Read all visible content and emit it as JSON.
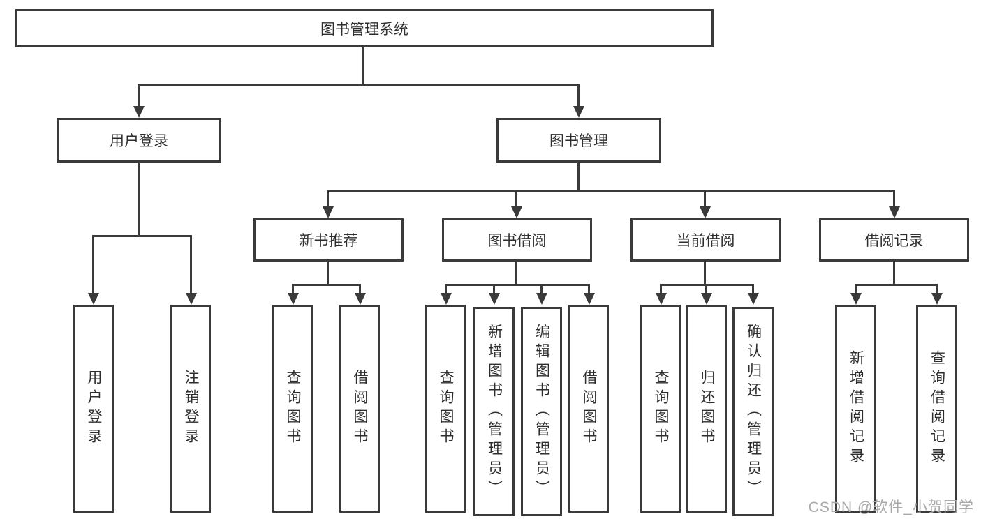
{
  "title": "图书管理系统",
  "watermark": "CSDN @软件_小贺同学",
  "colors": {
    "line": "#3a3a3a",
    "box_border": "#3a3a3a",
    "box_fill": "#ffffff",
    "text": "#2e2e2e",
    "watermark": "#a9a9a9",
    "background": "#ffffff"
  },
  "tree": {
    "label": "图书管理系统",
    "children": [
      {
        "label": "用户登录",
        "children": [
          {
            "label": "用户登录"
          },
          {
            "label": "注销登录"
          }
        ]
      },
      {
        "label": "图书管理",
        "children": [
          {
            "label": "新书推荐",
            "children": [
              {
                "label": "查询图书"
              },
              {
                "label": "借阅图书"
              }
            ]
          },
          {
            "label": "图书借阅",
            "children": [
              {
                "label": "查询图书"
              },
              {
                "label": "新增图书（管理员）"
              },
              {
                "label": "编辑图书（管理员）"
              },
              {
                "label": "借阅图书"
              }
            ]
          },
          {
            "label": "当前借阅",
            "children": [
              {
                "label": "查询图书"
              },
              {
                "label": "归还图书"
              },
              {
                "label": "确认归还（管理员）"
              }
            ]
          },
          {
            "label": "借阅记录",
            "children": [
              {
                "label": "新增借阅记录"
              },
              {
                "label": "查询借阅记录"
              }
            ]
          }
        ]
      }
    ]
  }
}
